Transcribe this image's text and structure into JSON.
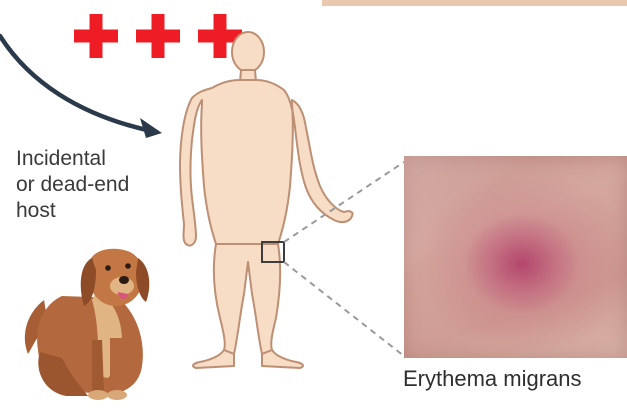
{
  "labels": {
    "host_lines": [
      "Incidental",
      "or dead-end",
      "host"
    ],
    "caption": "Erythema migrans"
  },
  "markers": {
    "plus_count": 3,
    "plus_color": "#ee1c24"
  },
  "colors": {
    "body_fill": "#f7dcc6",
    "body_stroke": "#bd8f73",
    "arrow": "#2b3a4a",
    "leader": "#9a9a9a",
    "dog_main": "#b4683d",
    "dog_light": "#e1b483"
  },
  "icons": {
    "human": "human-figure-icon",
    "dog": "dog-icon",
    "plus": "red-cross-icon",
    "arrow": "curved-arrow-icon"
  }
}
